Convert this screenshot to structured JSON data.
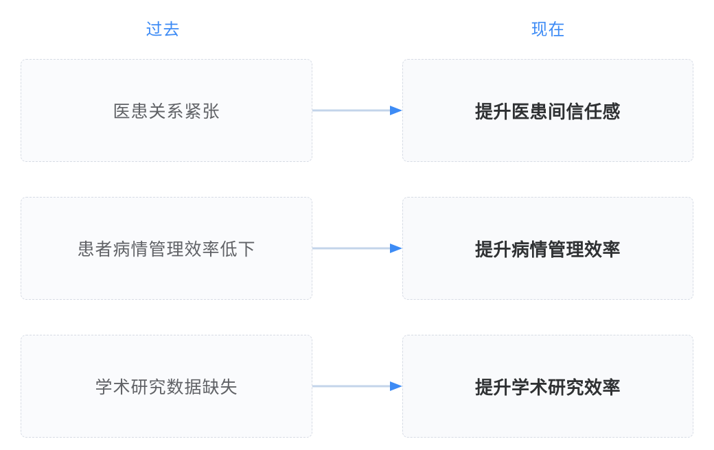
{
  "columns": {
    "past_label": "过去",
    "present_label": "现在"
  },
  "colors": {
    "header_blue": "#3d8bf5",
    "arrow_line": "#c3d4ea",
    "arrow_head": "#3d8bf5",
    "card_border": "#d6dbe4",
    "card_background": "#fafbfd",
    "past_text": "#606266",
    "present_text": "#2f3133"
  },
  "rows": [
    {
      "past": "医患关系紧张",
      "present": "提升医患间信任感",
      "connector": "arrow-right-icon"
    },
    {
      "past": "患者病情管理效率低下",
      "present": "提升病情管理效率",
      "connector": "arrow-right-icon"
    },
    {
      "past": "学术研究数据缺失",
      "present": "提升学术研究效率",
      "connector": "arrow-right-icon"
    }
  ]
}
